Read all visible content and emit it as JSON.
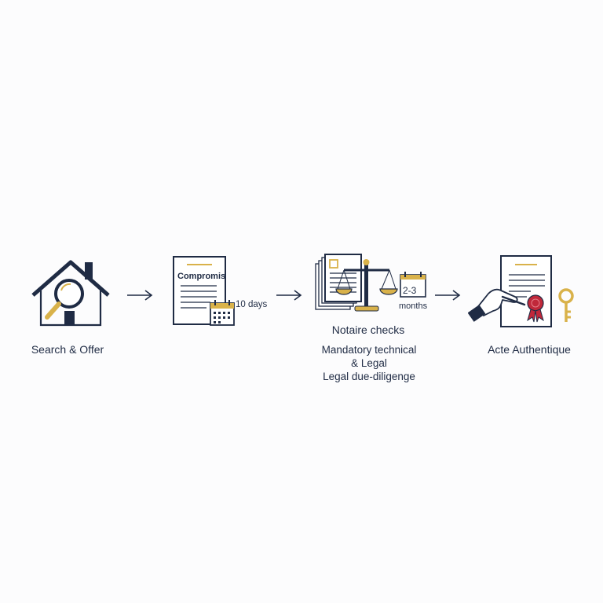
{
  "steps": [
    {
      "label": "Search & Offer",
      "icon": "house-search-icon"
    },
    {
      "label": "Compromis",
      "duration": "10 days",
      "icon": "contract-calendar-icon"
    },
    {
      "label": "Notaire checks",
      "duration_top": "2-3",
      "duration_bottom": "months",
      "description": [
        "Mandatory technical",
        "& Legal",
        "Legal due-diligenge"
      ],
      "icon": "documents-scales-calendar-icon"
    },
    {
      "label": "Acte Authentique",
      "icon": "deed-seal-key-icon"
    }
  ],
  "colors": {
    "navy": "#1f2b44",
    "gold": "#d9b24a",
    "seal_red": "#c0283a"
  }
}
